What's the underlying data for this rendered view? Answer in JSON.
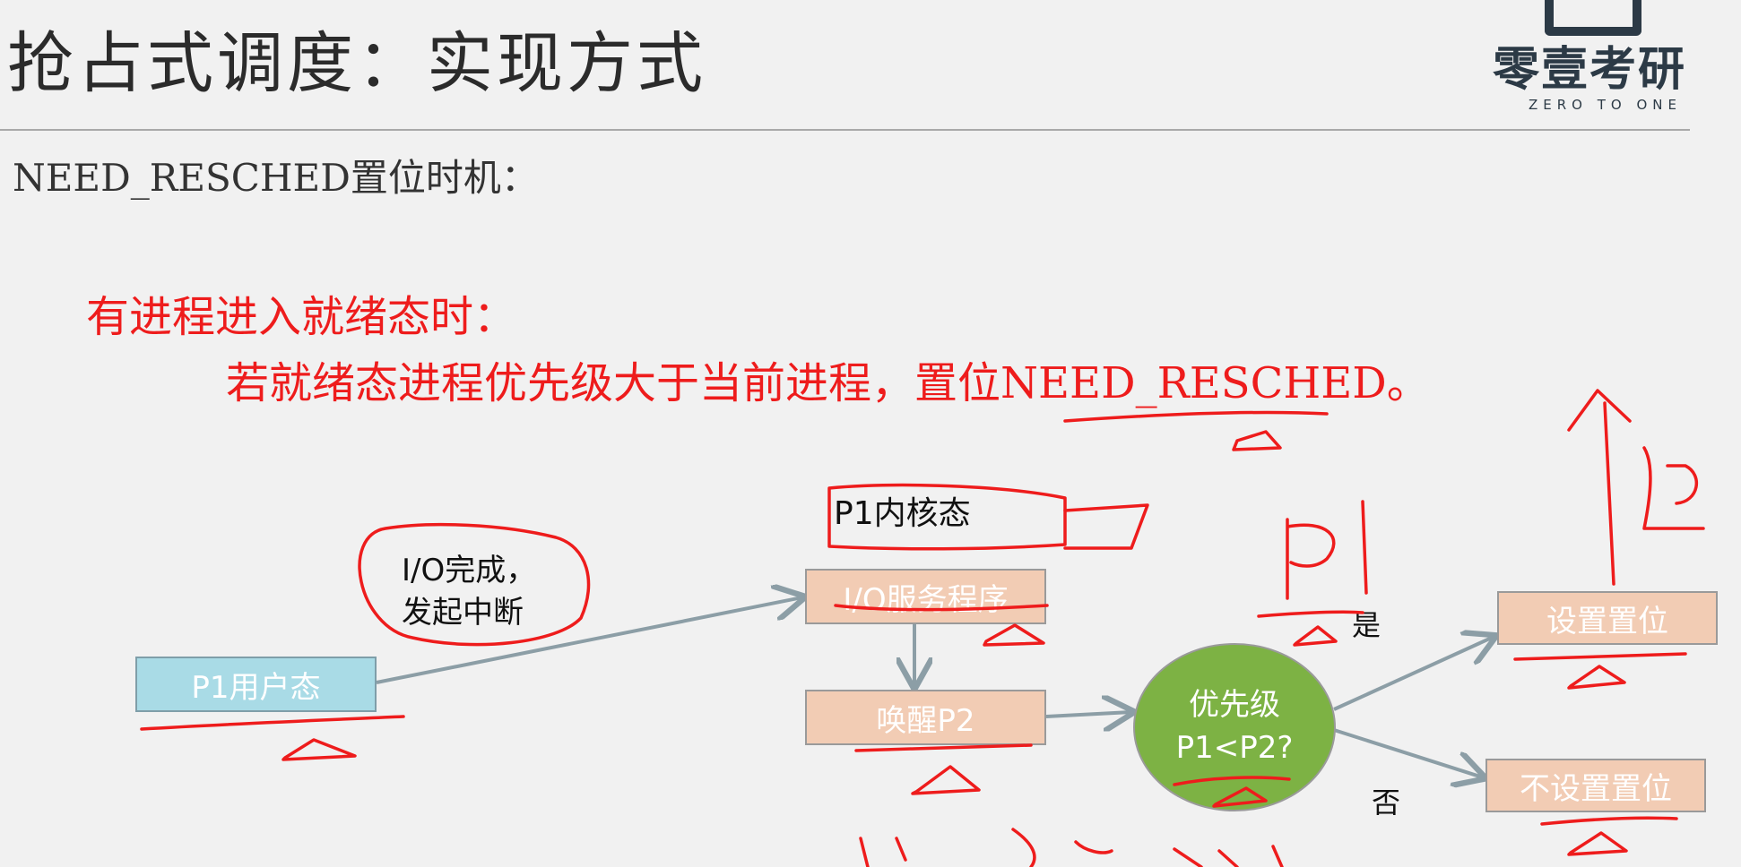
{
  "slide": {
    "title": "抢占式调度：实现方式",
    "subtitle": "NEED_RESCHED置位时机：",
    "condition_heading": "有进程进入就绪态时：",
    "condition_detail": "若就绪态进程优先级大于当前进程，置位NEED_RESCHED。"
  },
  "logo": {
    "name": "零壹考研",
    "tagline": "ZERO TO ONE"
  },
  "diagram": {
    "user_mode": "P1用户态",
    "io_complete_line1": "I/O完成，",
    "io_complete_line2": "发起中断",
    "kernel_mode": "P1内核态",
    "io_service": "I/O服务程序",
    "wake_p2": "唤醒P2",
    "decision_line1": "优先级",
    "decision_line2": "P1<P2?",
    "yes_label": "是",
    "no_label": "否",
    "set_flag": "设置置位",
    "no_set_flag": "不设置置位"
  },
  "colors": {
    "annotation_red": "#ee1c1c",
    "user_box": "#a9dbe6",
    "service_box": "#f2ccb4",
    "decision_fill": "#7db244",
    "arrow": "#8c9ea6"
  }
}
